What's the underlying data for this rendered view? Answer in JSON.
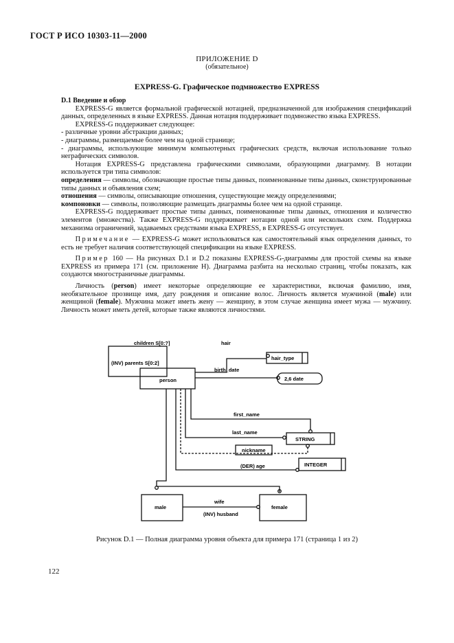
{
  "header": {
    "standard": "ГОСТ Р ИСО 10303-11—2000"
  },
  "appendix": {
    "label": "ПРИЛОЖЕНИЕ D",
    "status": "(обязательное)"
  },
  "title": "EXPRESS-G. Графическое подмножество EXPRESS",
  "section": {
    "heading": "D.1 Введение и обзор",
    "p1": "EXPRESS-G является формальной графической нотацией, предназначенной для изображения спецификаций данных, определенных в языке EXPRESS. Данная нотация поддерживает подмножество языка EXPRESS.",
    "p2": "EXPRESS-G поддерживает следующее:",
    "li1": "- различные уровни абстракции данных;",
    "li2": "- диаграммы, размещаемые более чем на одной странице;",
    "li3": "- диаграммы, использующие минимум компьютерных графических средств, включая использование только неграфических символов.",
    "p3": "Нотация EXPRESS-G представлена графическими символами, образующими диаграмму. В нотации используется три типа символов:",
    "def1_term": "определения",
    "def1_text": " — символы, обозначающие простые типы данных, поименованные типы данных, сконструированные типы данных и объявления схем;",
    "def2_term": "отношения",
    "def2_text": " — символы, описывающие отношения, существующие между определениями;",
    "def3_term": "компоновки",
    "def3_text": " — символы, позволяющие размещать диаграммы более чем на одной странице.",
    "p4": "EXPRESS-G поддерживает простые типы данных, поименованные типы данных, отношения и количество элементов (множества). Также EXPRESS-G поддерживает нотации одной или нескольких схем. Поддержка механизма ограничений, задаваемых средствами языка EXPRESS, в EXPRESS-G отсутствует.",
    "note_label": "Примечание",
    "note_text": " — EXPRESS-G может использоваться как самостоятельный язык определения данных, то есть не требует наличия соответствующей спецификации на языке EXPRESS.",
    "example_label": "Пример",
    "example_text": " 160 — На рисунках D.1 и D.2 показаны EXPRESS-G-диаграммы для простой схемы на языке EXPRESS из примера 171 (см. приложение H). Диаграмма разбита на несколько страниц, чтобы показать, как создаются многостраничные диаграммы.",
    "p5a": "Личность (",
    "p5_person": "person",
    "p5b": ") имеет некоторые определяющие ее характеристики, включая фамилию, имя, необязательное прозвище имя, дату рождения и описание волос. Личность является мужчиной (",
    "p5_male": "male",
    "p5c": ") или женщиной (",
    "p5_female": "female",
    "p5d": "). Мужчина может иметь жену — женщину, в этом случае женщина имеет мужа — мужчину. Личность может иметь детей, которые также являются личностями."
  },
  "diagram": {
    "children": "children S[0:?]",
    "parents": "(INV) parents S[0:2]",
    "person": "person",
    "hair": "hair",
    "hair_type": "hair_type",
    "birth_date": "birth_date",
    "date": "2,6 date",
    "first_name": "first_name",
    "last_name": "last_name",
    "string": "STRING",
    "nickname": "nickname",
    "der_age": "(DER) age",
    "integer": "INTEGER",
    "male": "male",
    "female": "female",
    "wife": "wife",
    "husband": "(INV) husband"
  },
  "caption": "Рисунок D.1 — Полная диаграмма уровня объекта для примера 171 (страница 1 из 2)",
  "page_number": "122"
}
